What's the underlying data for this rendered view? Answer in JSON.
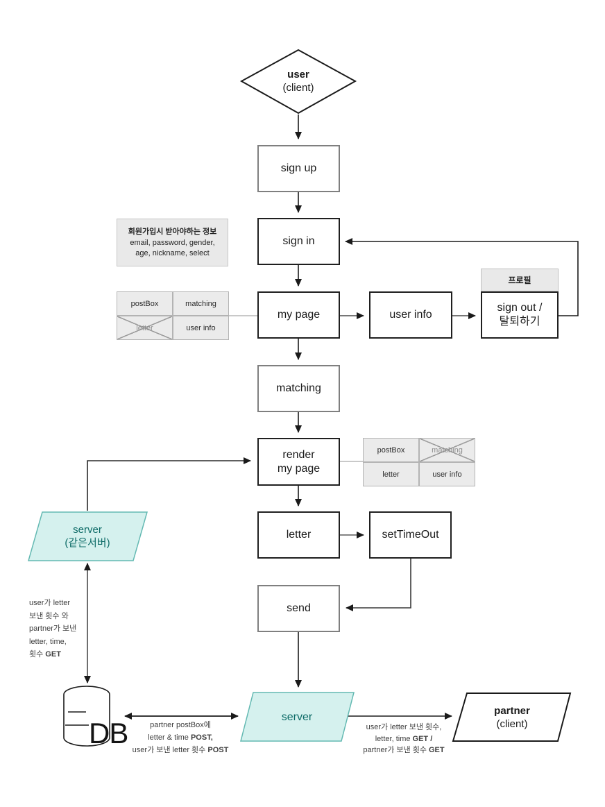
{
  "nodes": {
    "user_client": {
      "title": "user",
      "subtitle": "(client)"
    },
    "sign_up": {
      "label": "sign up"
    },
    "sign_in": {
      "label": "sign in"
    },
    "my_page": {
      "label": "my page"
    },
    "user_info": {
      "label": "user info"
    },
    "profile_header": {
      "label": "프로필"
    },
    "sign_out": {
      "line1": "sign out /",
      "line2": "탈퇴하기"
    },
    "matching": {
      "label": "matching"
    },
    "render_my_page": {
      "line1": "render",
      "line2": "my page"
    },
    "letter": {
      "label": "letter"
    },
    "set_timeout": {
      "label": "setTimeOut"
    },
    "send": {
      "label": "send"
    },
    "server_same": {
      "title": "server",
      "subtitle": "(같은서버)"
    },
    "server_bottom": {
      "label": "server"
    },
    "partner_client": {
      "title": "partner",
      "subtitle": "(client)"
    },
    "db": {
      "label": "DB"
    }
  },
  "notes": {
    "signup_info": {
      "title": "회원가입시 받아야하는 정보",
      "line1": "email, password, gender,",
      "line2": "age, nickname, select"
    },
    "left_note": {
      "lines": [
        {
          "pre": "user가 letter",
          "bold": ""
        },
        {
          "pre": "보낸 횟수 와",
          "bold": ""
        },
        {
          "pre": "partner가 보낸",
          "bold": ""
        },
        {
          "pre": "letter, time,",
          "bold": ""
        },
        {
          "pre": "횟수 ",
          "bold": "GET"
        }
      ]
    },
    "db_note": {
      "lines": [
        {
          "pre": "partner postBox에",
          "bold": ""
        },
        {
          "pre": "letter & time ",
          "bold": "POST,"
        },
        {
          "pre": "user가 보낸 letter 횟수 ",
          "bold": "POST"
        }
      ]
    },
    "partner_note": {
      "lines": [
        {
          "pre": "user가 letter 보낸 횟수,",
          "bold": ""
        },
        {
          "pre": "letter, time ",
          "bold": "GET /"
        },
        {
          "pre": "partner가 보낸 횟수 ",
          "bold": "GET"
        }
      ]
    }
  },
  "tables": {
    "my_page_table": {
      "cells": [
        {
          "label": "postBox",
          "crossed": false
        },
        {
          "label": "matching",
          "crossed": false
        },
        {
          "label": "letter",
          "crossed": true
        },
        {
          "label": "user info",
          "crossed": false
        }
      ]
    },
    "render_table": {
      "cells": [
        {
          "label": "postBox",
          "crossed": false
        },
        {
          "label": "matching",
          "crossed": true
        },
        {
          "label": "letter",
          "crossed": false
        },
        {
          "label": "user info",
          "crossed": false
        }
      ]
    }
  },
  "colors": {
    "accent_fill": "#d5f1ee",
    "accent_border": "#63b9b2",
    "accent_text": "#0c6a66",
    "gray_panel_fill": "#e9e9e9",
    "black_border": "#1f1f1f",
    "gray_border": "#7f7f7f"
  }
}
